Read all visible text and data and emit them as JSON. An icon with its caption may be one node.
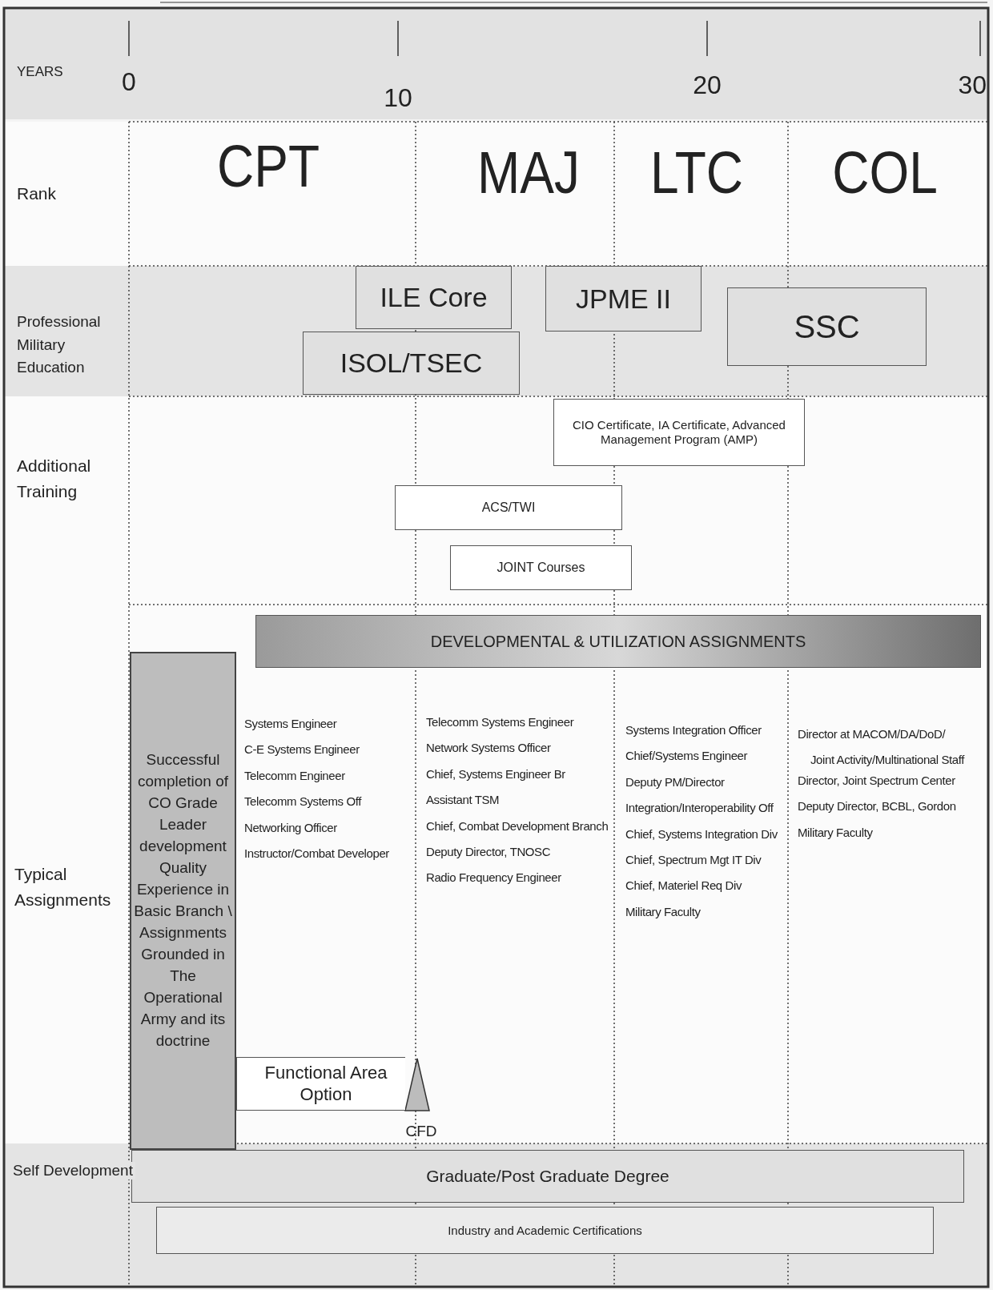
{
  "diagram": {
    "nodes": [
      {
        "text": [
          "ILE Core"
        ]
      },
      {
        "text": [
          "ISOL/TSEC"
        ]
      },
      {
        "text": [
          "JPME II"
        ]
      },
      {
        "text": [
          "SSC"
        ]
      },
      {
        "text": [
          "CIO Certificate, IA Certificate, Advanced Management Program (AMP)"
        ]
      },
      {
        "text": [
          "ACS/TWI"
        ]
      },
      {
        "text": [
          "JOINT Courses"
        ]
      },
      {
        "text": [
          "DEVELOPMENTAL & UTILIZATION ASSIGNMENTS"
        ]
      },
      {
        "text": [
          "Successful completion of CO Grade Leader development Quality Experience in Basic Branch \\ Assignments Grounded in The Operational Army and its doctrine"
        ]
      },
      {
        "text": [
          "Functional Area Option"
        ]
      },
      {
        "text": [
          "Graduate/Post Graduate Degree"
        ]
      },
      {
        "text": [
          "Industry and Academic Certifications"
        ]
      }
    ],
    "labels": [
      "YEARS",
      "0",
      "10",
      "20",
      "30",
      "Rank",
      "CPT",
      "MAJ",
      "LTC",
      "COL",
      "Professional Military Education",
      "Additional Training",
      "Systems Engineer",
      "C-E Systems Engineer",
      "Telecomm Engineer",
      "Telecomm Systems Off",
      "Networking Officer",
      "Instructor/Combat Developer",
      "Telecomm Systems Engineer",
      "Network Systems Officer",
      "Chief, Systems Engineer Br",
      "Assistant TSM",
      "Chief, Combat Development Branch",
      "Deputy Director, TNOSC",
      "Radio Frequency Engineer",
      "Systems Integration Officer",
      "Chief/Systems Engineer",
      "Deputy PM/Director",
      "Integration/Interoperability Off",
      "Chief, Systems Integration Div",
      "Chief, Spectrum Mgt IT Div",
      "Chief, Materiel Req Div",
      "Military Faculty",
      "Director at MACOM/DA/DoD/ Joint Activity/Multinational Staff",
      "Director, Joint Spectrum Center",
      "Deputy Director, BCBL, Gordon",
      "Military Faculty",
      "Typical Assignments",
      "CFD",
      "Self Development"
    ]
  }
}
